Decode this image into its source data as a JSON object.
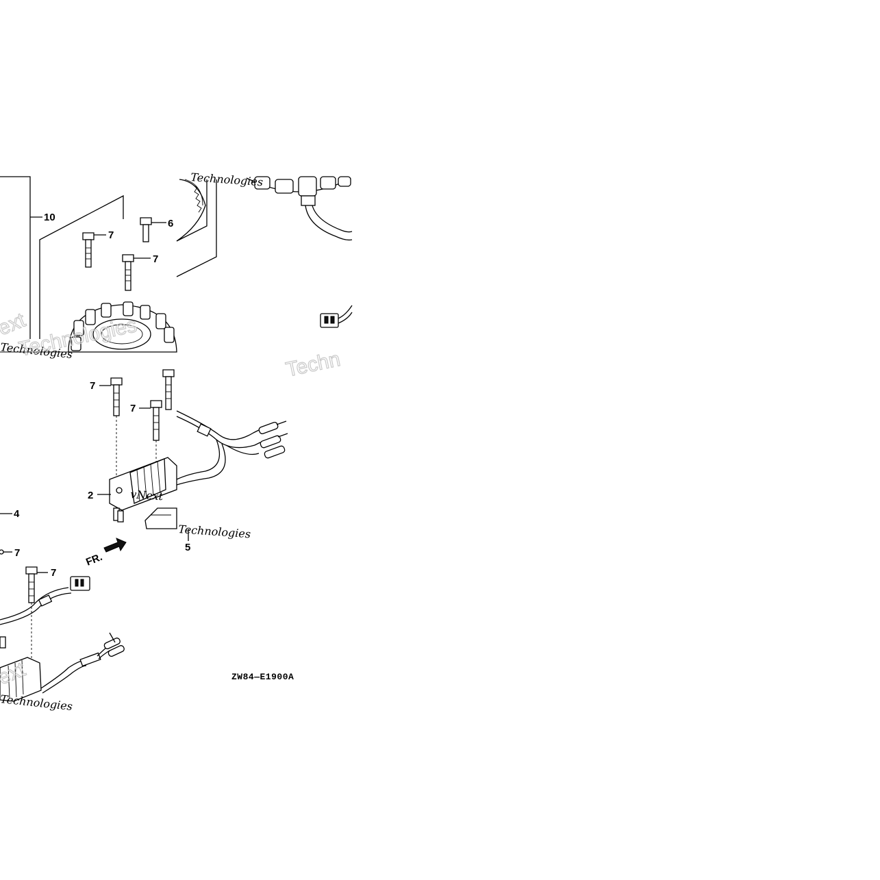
{
  "diagram": {
    "code": "ZW84—E1900A",
    "fr_label": "FR.",
    "callouts": {
      "c10": "10",
      "c7a": "7",
      "c6": "6",
      "c7b": "7",
      "c7c": "7",
      "c7d": "7",
      "c2": "2",
      "c4": "4",
      "c7e": "7",
      "c7f": "7",
      "c5": "5"
    },
    "watermarks": {
      "w1": "Technologies",
      "w2": "ext",
      "w3": "Technologies",
      "w4": "vNext",
      "w5": "Technologies",
      "w6": "ext",
      "w7": "Technologies",
      "w8": "Techn",
      "w9": "Technologies"
    }
  }
}
